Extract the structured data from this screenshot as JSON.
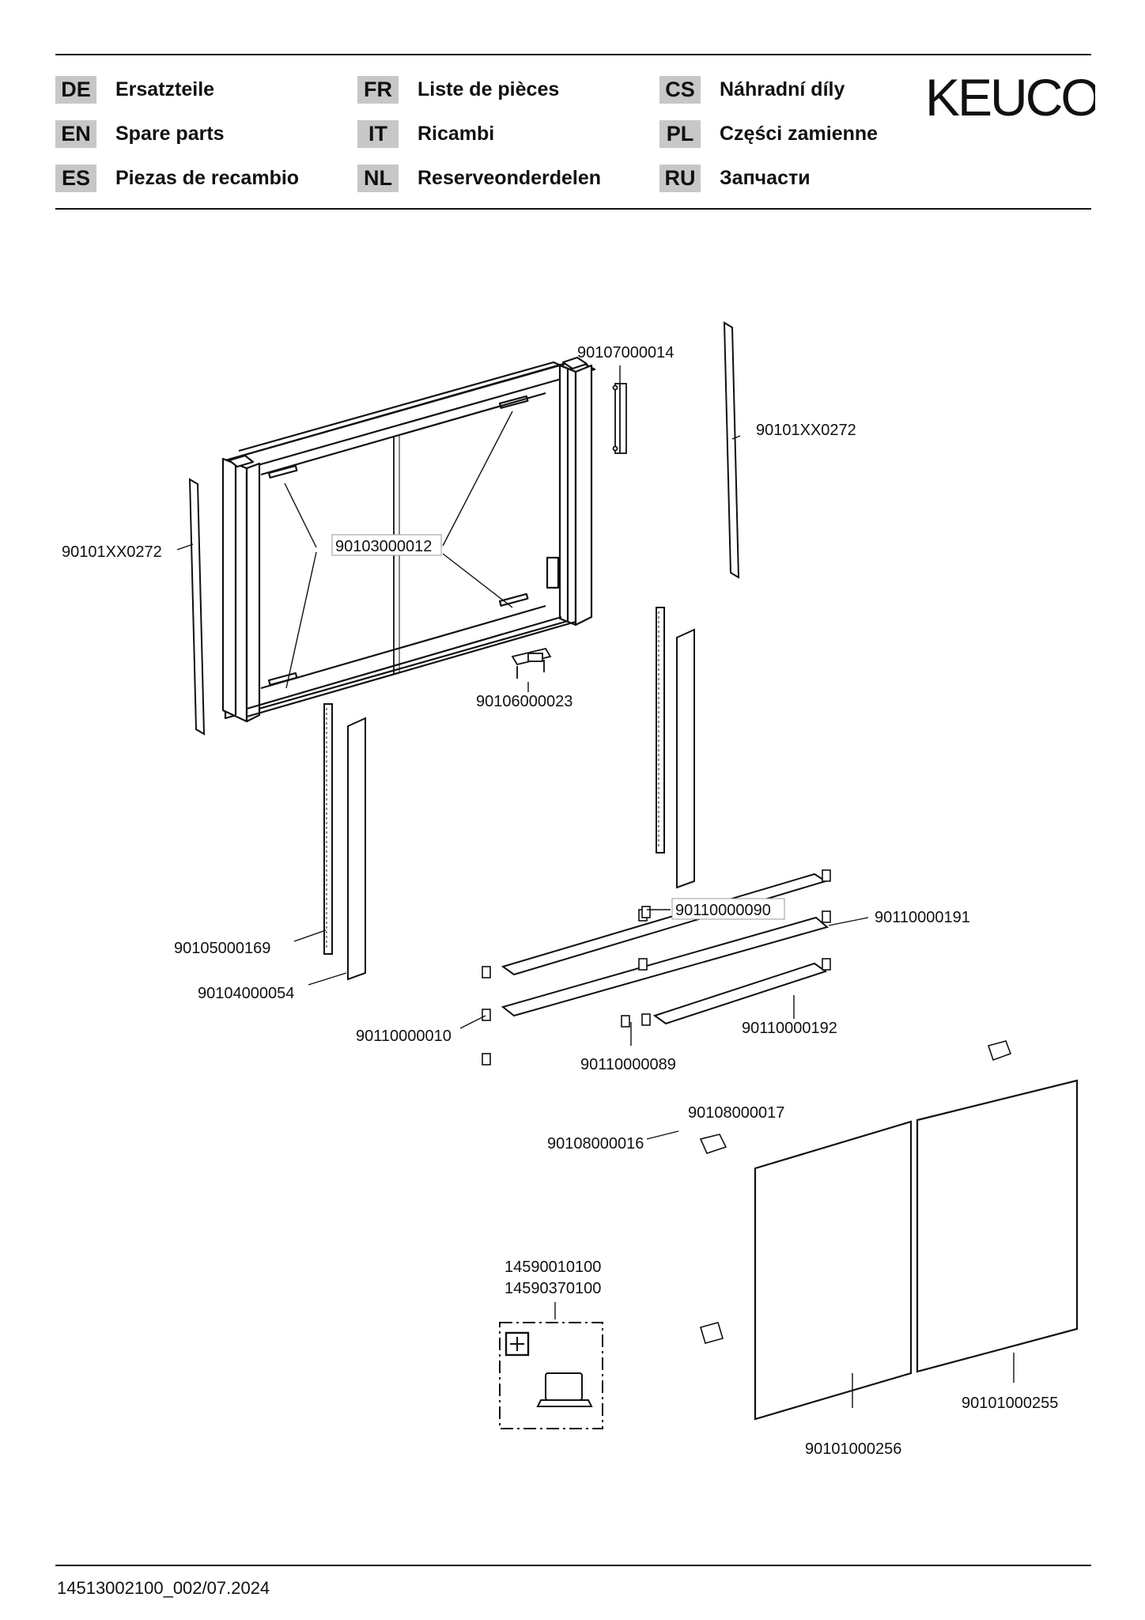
{
  "header": {
    "languages": [
      {
        "code": "DE",
        "label": "Ersatzteile"
      },
      {
        "code": "EN",
        "label": "Spare parts"
      },
      {
        "code": "ES",
        "label": "Piezas de recambio"
      },
      {
        "code": "FR",
        "label": "Liste de pièces"
      },
      {
        "code": "IT",
        "label": "Ricambi"
      },
      {
        "code": "NL",
        "label": "Reserveonderdelen"
      },
      {
        "code": "CS",
        "label": "Náhradní díly"
      },
      {
        "code": "PL",
        "label": "Części zamienne"
      },
      {
        "code": "RU",
        "label": "Запчасти"
      }
    ]
  },
  "logo": "KEUCO",
  "parts": {
    "p90107000014": "90107000014",
    "p90101XX0272_right": "90101XX0272",
    "p90101XX0272_left": "90101XX0272",
    "p90103000012": "90103000012",
    "p90106000023": "90106000023",
    "p90105000169": "90105000169",
    "p90104000054": "90104000054",
    "p90110000090": "90110000090",
    "p90110000191": "90110000191",
    "p90110000010": "90110000010",
    "p90110000192": "90110000192",
    "p90110000089": "90110000089",
    "p90108000017": "90108000017",
    "p90108000016": "90108000016",
    "p14590010100": "14590010100",
    "p14590370100": "14590370100",
    "p90101000255": "90101000255",
    "p90101000256": "90101000256"
  },
  "footer": {
    "doc_number": "14513002100_002/07.2024"
  }
}
